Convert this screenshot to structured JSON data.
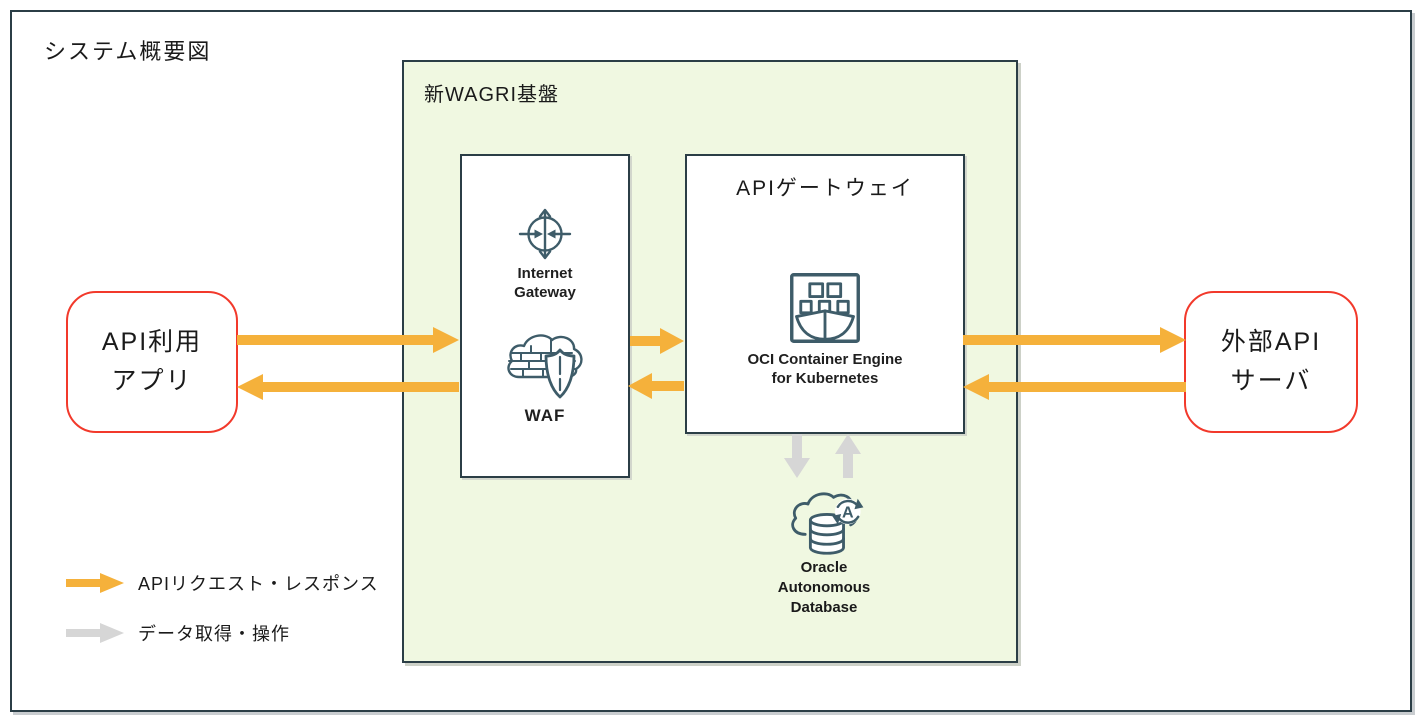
{
  "title": "システム概要図",
  "platform": {
    "label": "新WAGRI基盤",
    "security_box": {
      "items": [
        {
          "icon": "internet-gateway-icon",
          "label": "Internet Gateway",
          "label_lines": [
            "Internet",
            "Gateway"
          ]
        },
        {
          "icon": "waf-icon",
          "label": "WAF"
        }
      ]
    },
    "api_gateway_box": {
      "title": "APIゲートウェイ",
      "item": {
        "icon": "container-engine-kubernetes-icon",
        "label": "OCI Container Engine for Kubernetes",
        "label_lines": [
          "OCI Container Engine",
          "for Kubernetes"
        ]
      }
    },
    "database": {
      "icon": "autonomous-database-icon",
      "label": "Oracle Autonomous Database",
      "label_lines": [
        "Oracle",
        "Autonomous",
        "Database"
      ]
    }
  },
  "left_node": {
    "label": "API利用アプリ",
    "lines": [
      "API利用",
      "アプリ"
    ]
  },
  "right_node": {
    "label": "外部APIサーバ",
    "lines": [
      "外部API",
      "サーバ"
    ]
  },
  "legend": [
    {
      "icon": "orange-arrow-icon",
      "label": "APIリクエスト・レスポンス",
      "color": "#F5B13B"
    },
    {
      "icon": "gray-arrow-icon",
      "label": "データ取得・操作",
      "color": "#D6D6D6"
    }
  ],
  "colors": {
    "api_flow": "#F5B13B",
    "data_flow": "#D6D6D6",
    "node_border": "#F2392B",
    "platform_fill": "#F0F8E1",
    "outline": "#2B3E46",
    "icon_stroke": "#3E5C69",
    "text": "#1A1A1A"
  }
}
